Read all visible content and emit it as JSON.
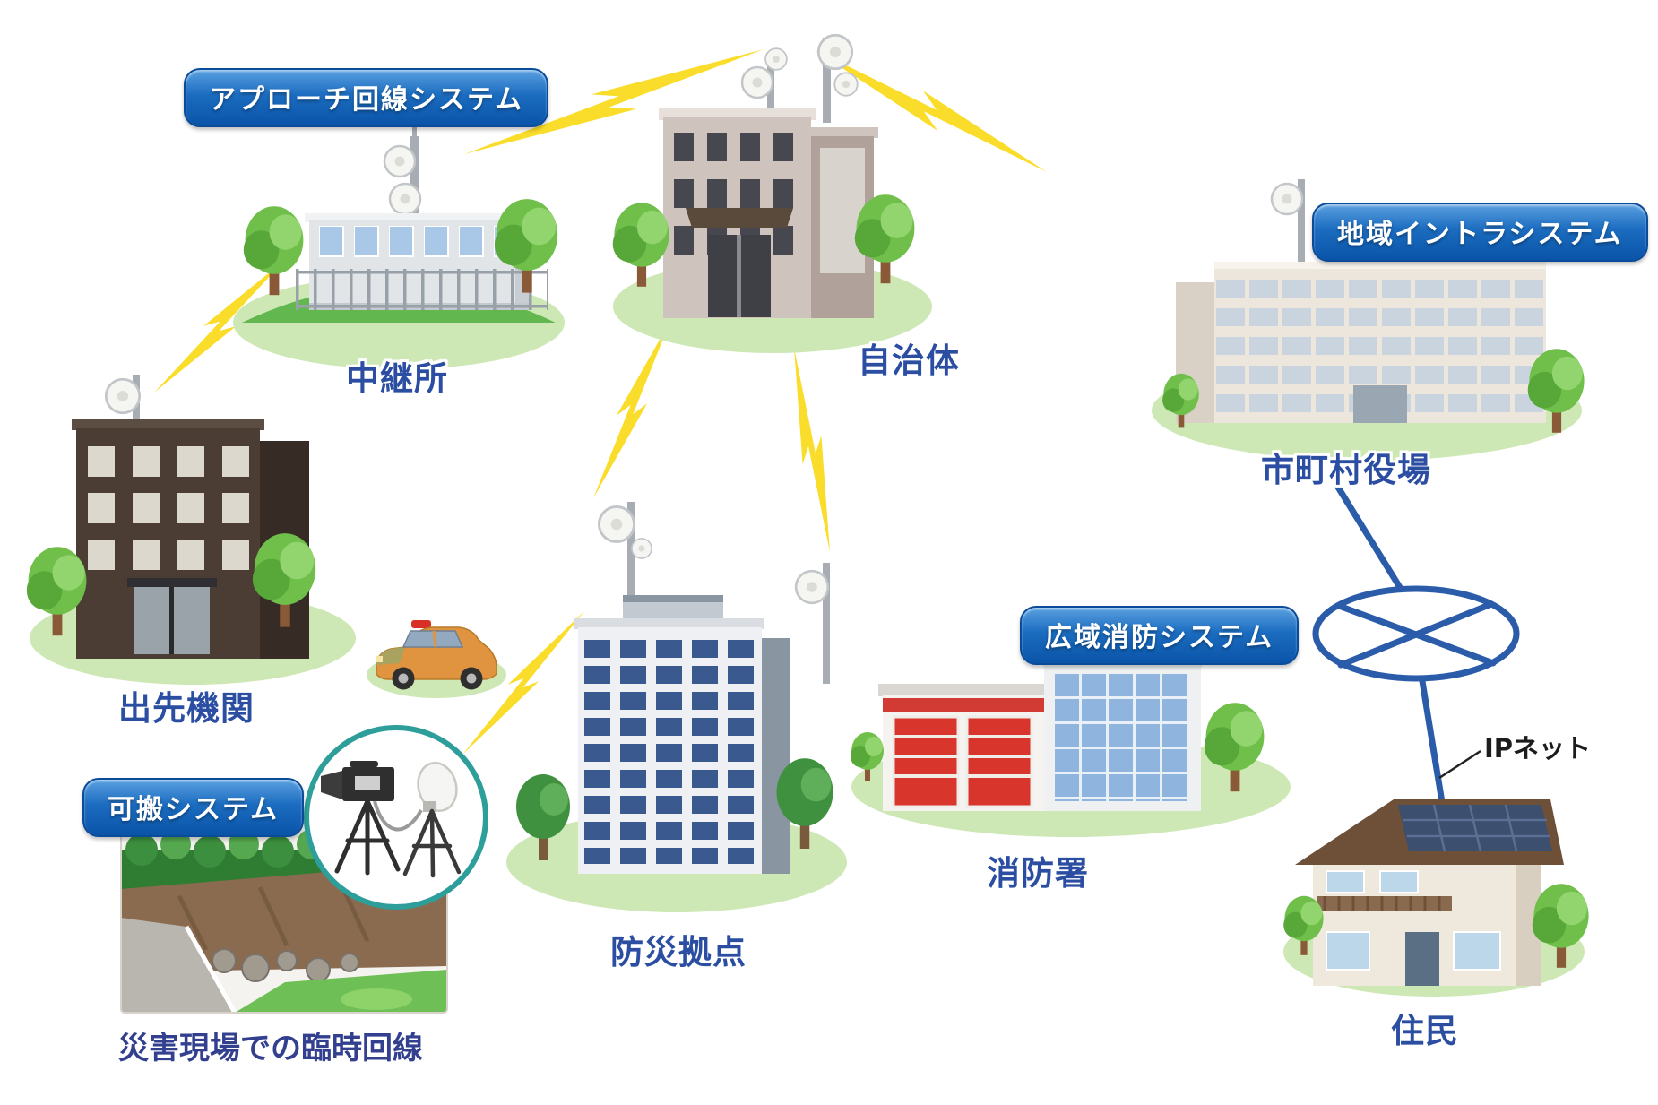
{
  "badges": {
    "approach": "アプローチ回線システム",
    "intra": "地域イントラシステム",
    "fire": "広域消防システム",
    "portable": "可搬システム"
  },
  "nodes": {
    "relay": "中継所",
    "municipality": "自治体",
    "town_hall": "市町村役場",
    "branch_office": "出先機関",
    "disaster_base": "防災拠点",
    "fire_station": "消防署",
    "residents": "住民"
  },
  "captions": {
    "photo": "災害現場での臨時回線",
    "ip_net": "IPネット"
  },
  "colors": {
    "badge_blue": "#1b6cc0",
    "label_blue": "#2b4ea2",
    "lightning_yellow": "#fadd2a",
    "ip_line_blue": "#2a5caa",
    "ground_green": "#cde8b5",
    "portable_ring_teal": "#2e9e9b"
  }
}
